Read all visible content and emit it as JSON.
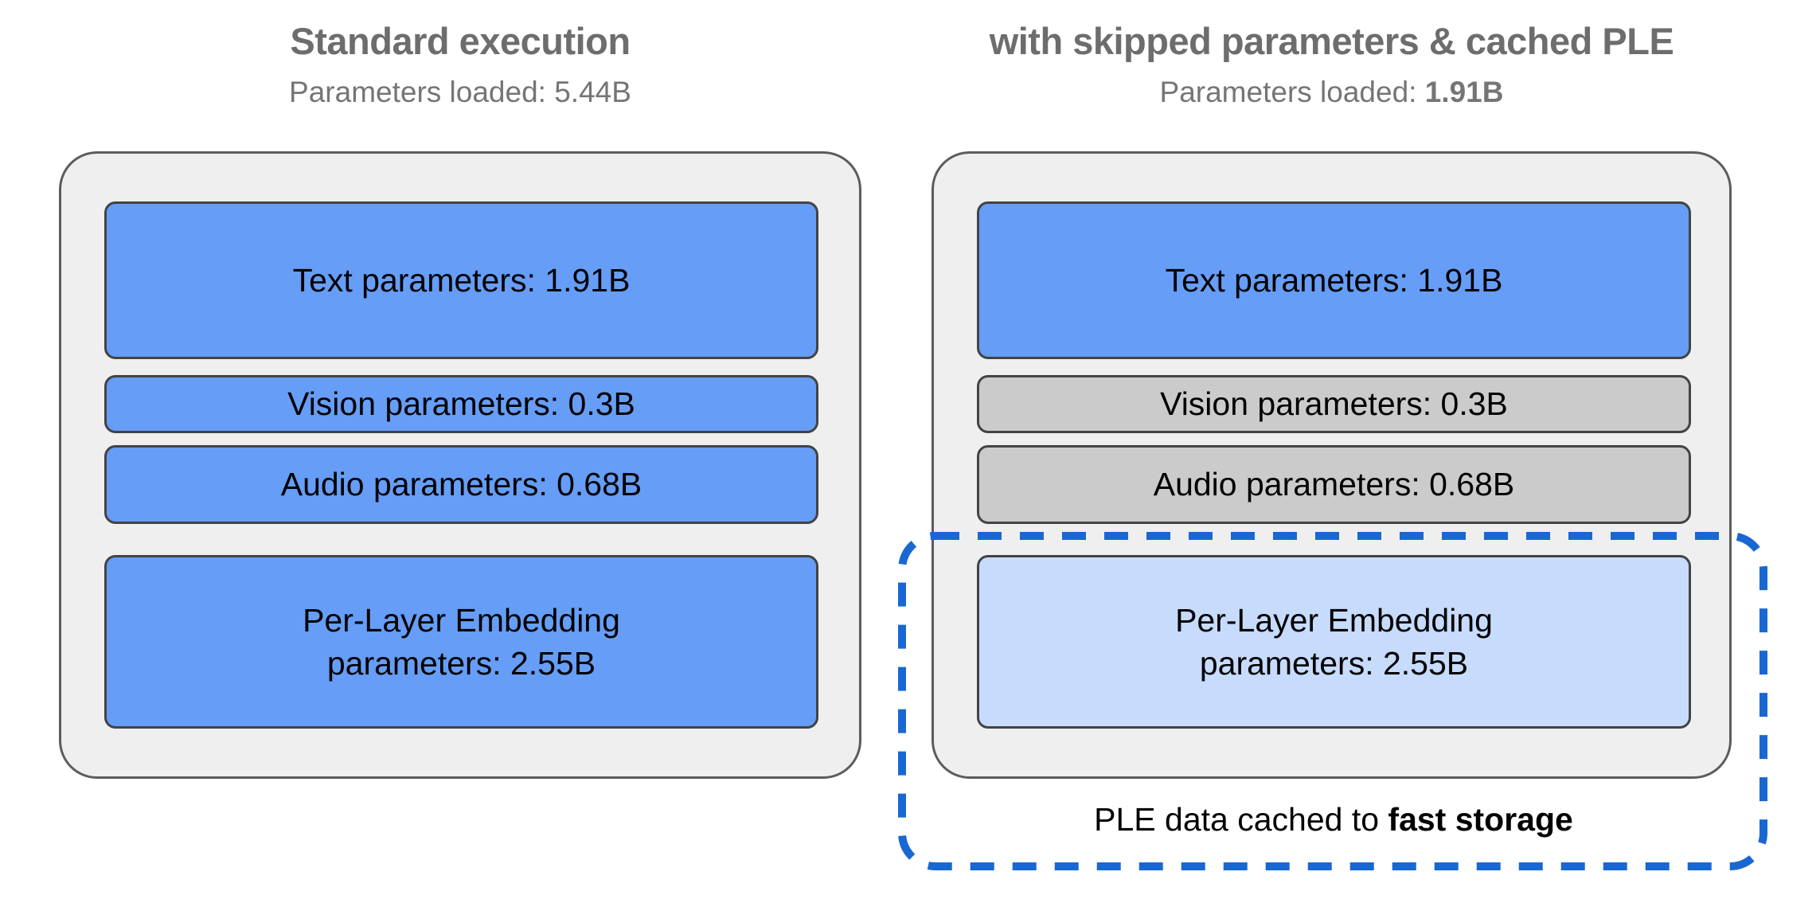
{
  "panels": {
    "left": {
      "title": "Standard execution",
      "subtitle_prefix": "Parameters loaded: ",
      "subtitle_value": "5.44B",
      "subtitle_value_bold": false,
      "boxes": [
        {
          "label": "Text parameters: 1.91B"
        },
        {
          "label": "Vision parameters: 0.3B"
        },
        {
          "label": "Audio parameters: 0.68B"
        },
        {
          "label_line1": "Per-Layer Embedding",
          "label_line2": "parameters: 2.55B"
        }
      ]
    },
    "right": {
      "title": "with skipped parameters & cached PLE",
      "subtitle_prefix": "Parameters loaded: ",
      "subtitle_value": "1.91B",
      "subtitle_value_bold": true,
      "boxes": [
        {
          "label": "Text parameters: 1.91B"
        },
        {
          "label": "Vision parameters: 0.3B"
        },
        {
          "label": "Audio parameters: 0.68B"
        },
        {
          "label_line1": "Per-Layer Embedding",
          "label_line2": "parameters: 2.55B"
        }
      ],
      "caption_prefix": "PLE data cached to ",
      "caption_bold": "fast storage"
    }
  },
  "colors": {
    "box_blue": "#669df6",
    "box_gray": "#cbcbcb",
    "box_light_blue": "#c7dbfc",
    "container_fill": "#efefef",
    "container_border": "#5c5c5c",
    "box_border": "#434343",
    "dashed_outline_blue": "#1967d2",
    "title_gray": "#6d6d6d",
    "subtitle_gray": "#757575"
  }
}
